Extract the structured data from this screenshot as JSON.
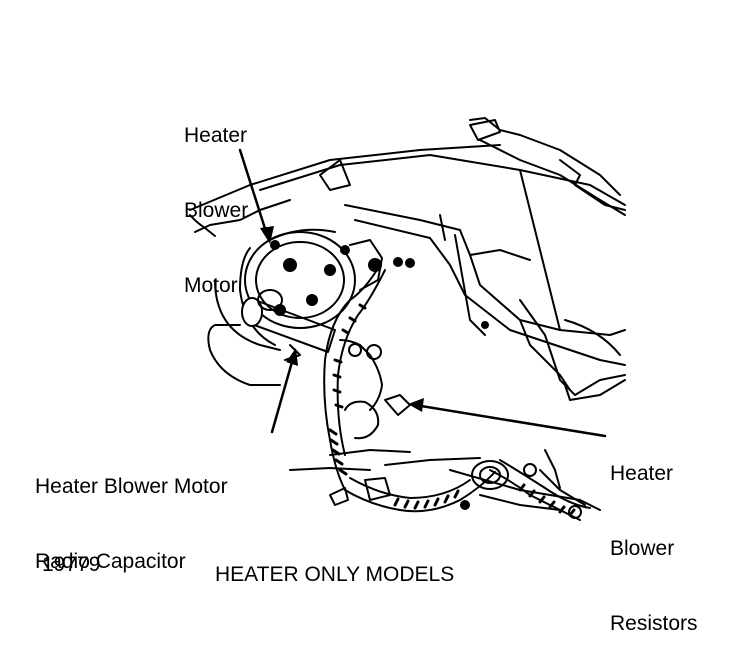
{
  "labels": {
    "blower_motor": [
      "Heater",
      "Blower",
      "Motor"
    ],
    "capacitor": [
      "Heater Blower Motor",
      "Radio Capacitor"
    ],
    "resistors": [
      "Heater",
      "Blower",
      "Resistors"
    ]
  },
  "figure_number": "19779",
  "caption": "HEATER ONLY MODELS",
  "colors": {
    "ink": "#000000",
    "paper": "#ffffff"
  }
}
